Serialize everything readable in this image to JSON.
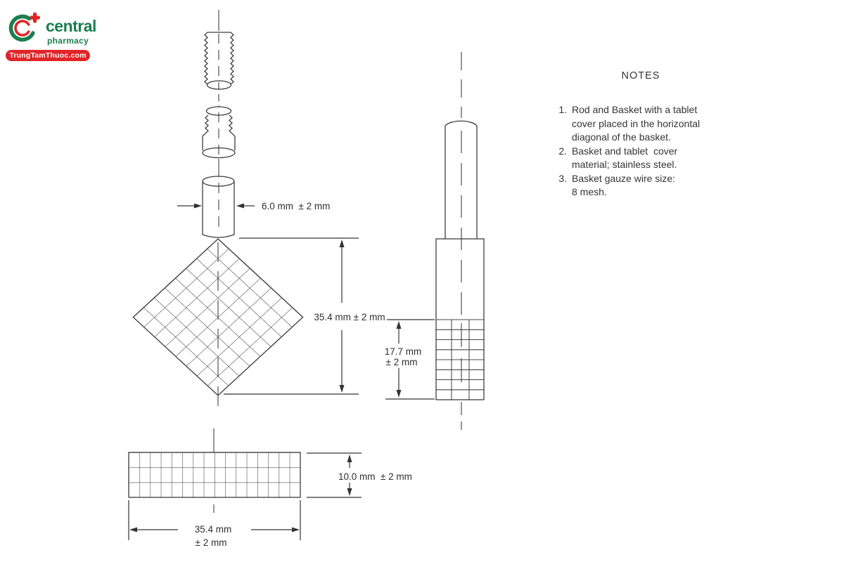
{
  "logo": {
    "brand": "central",
    "sub": "pharmacy",
    "banner": "TrungTamThuoc.com"
  },
  "notes": {
    "title": "NOTES",
    "items": [
      {
        "num": "1.",
        "lines": [
          "Rod and Basket with a tablet",
          "cover placed in the horizontal",
          "diagonal of the basket."
        ]
      },
      {
        "num": "2.",
        "lines": [
          "Basket and tablet  cover",
          "material; stainless steel."
        ]
      },
      {
        "num": "3.",
        "lines": [
          "Basket gauze wire size:",
          "8 mesh."
        ]
      }
    ]
  },
  "dimensions": {
    "rod_diameter": "6.0 mm  ± 2 mm",
    "basket_diagonal": "35.4 mm ± 2 mm",
    "mesh_depth_l1": "17.7 mm",
    "mesh_depth_l2": "± 2 mm",
    "cover_height": "10.0 mm  ± 2 mm",
    "cover_width_l1": "35.4 mm",
    "cover_width_l2": "± 2 mm"
  }
}
